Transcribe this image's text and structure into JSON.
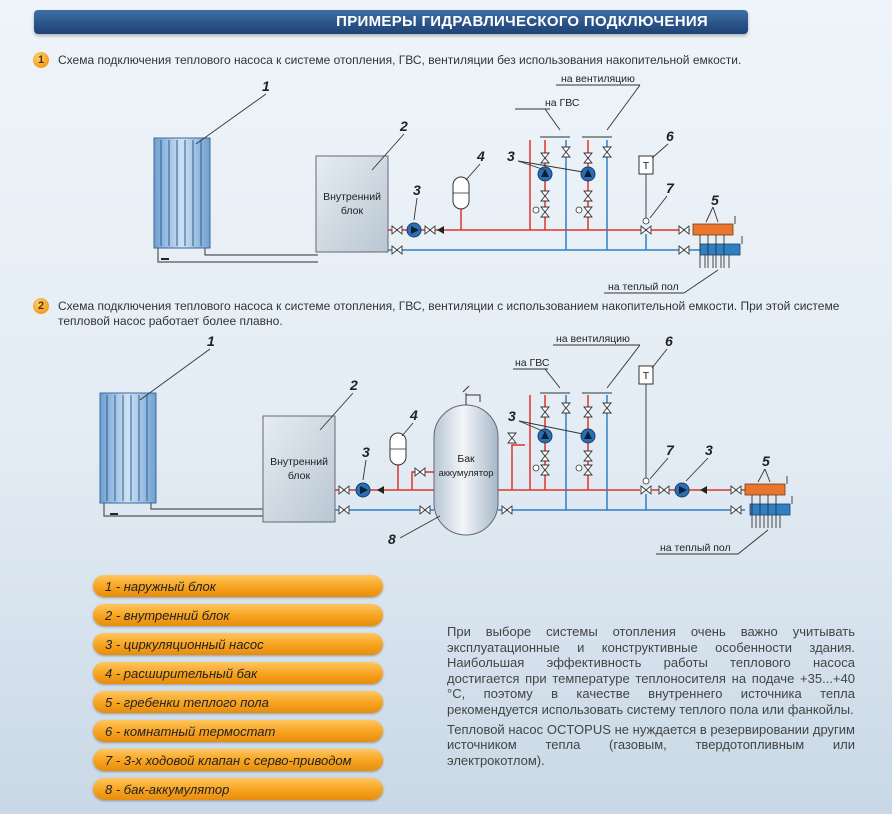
{
  "banner": {
    "title": "ПРИМЕРЫ ГИДРАВЛИЧЕСКОГО ПОДКЛЮЧЕНИЯ"
  },
  "scheme1": {
    "badge": "1",
    "description": "Схема подключения теплового насоса к системе отопления, ГВС, вентиляции без использования накопительной емкости.",
    "indoor_unit": "Внутренний блок",
    "to_ventilation": "на вентиляцию",
    "to_dhw": "на ГВС",
    "to_floor": "на теплый пол",
    "thermostat_symbol": "T"
  },
  "scheme2": {
    "badge": "2",
    "description": "Схема подключения теплового насоса к системе отопления, ГВС, вентиляции с использованием накопительной емкости. При этой системе тепловой насос работает более плавно.",
    "indoor_unit": "Внутренний блок",
    "tank_line1": "Бак",
    "tank_line2": "аккумулятор",
    "to_ventilation": "на вентиляцию",
    "to_dhw": "на ГВС",
    "to_floor": "на теплый пол",
    "thermostat_symbol": "T"
  },
  "callout_numbers": [
    "1",
    "2",
    "3",
    "4",
    "5",
    "6",
    "7",
    "8"
  ],
  "legend": [
    "1 - наружный блок",
    "2 - внутренний блок",
    "3 - циркуляционный насос",
    "4 - расширительный бак",
    "5 - гребенки теплого пола",
    "6 - комнатный термостат",
    "7 - 3-х ходовой клапан с серво-приводом",
    "8 - бак-аккумулятор"
  ],
  "note": {
    "p1": "При выборе системы отопления очень важно учитывать эксплуатационные и конструктивные особенности здания. Наибольшая эффективность работы теплового насоса достигается при температуре теплоносителя на подаче +35...+40 °С, поэтому в качестве внутреннего источника тепла рекомендуется использовать систему теплого пола или фанкойлы.",
    "p2": "Тепловой насос OCTOPUS не нуждается в резервировании другим источником тепла (газовым, твердотопливным или электрокотлом)."
  },
  "colors": {
    "hot": "#e0322b",
    "cold": "#2f7fc4",
    "legend": "#f6a31f",
    "banner": "#2b5489"
  }
}
